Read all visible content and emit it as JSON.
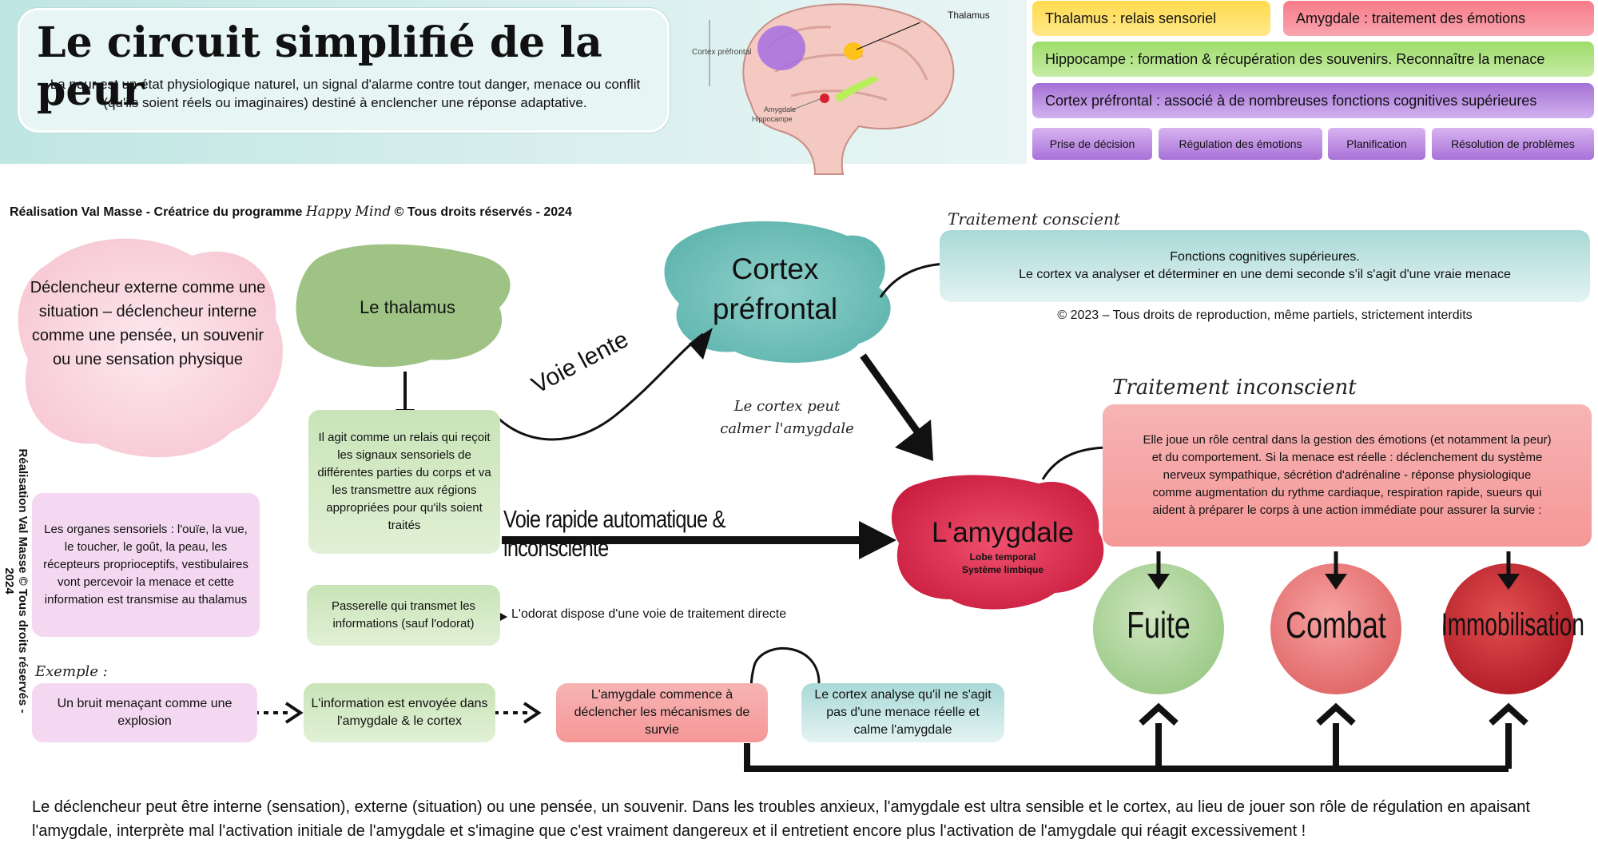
{
  "header": {
    "title": "Le circuit simplifié de la peur",
    "subtitle": "La peur est un état physiologique naturel, un signal d'alarme contre tout danger, menace ou conflit (qu'ils soient réels ou imaginaires) destiné à enclencher une réponse adaptative."
  },
  "brain": {
    "thalamus": "Thalamus",
    "cortex": "Cortex préfrontal",
    "amygdale": "Amygdale",
    "hippocampe": "Hippocampe"
  },
  "legend": {
    "thalamus": "Thalamus : relais sensoriel",
    "amygdale": "Amygdale :  traitement des émotions",
    "hippocampe": "Hippocampe : formation & récupération des souvenirs. Reconnaître la menace",
    "cortex": "Cortex préfrontal :  associé à de nombreuses fonctions cognitives supérieures",
    "functions": [
      "Prise de décision",
      "Régulation des émotions",
      "Planification",
      "Résolution de problèmes"
    ]
  },
  "credit": {
    "before": "Réalisation Val Masse - Créatrice du programme ",
    "brand": "Happy Mind",
    "after": " © Tous droits réservés - 2024",
    "vertical": "Réalisation Val Masse © Tous droits réservés - 2024"
  },
  "trigger": "Déclencheur externe comme une situation – déclencheur interne comme une pensée, un souvenir ou une sensation physique",
  "senses": "Les organes sensoriels :  l'ouïe, la vue, le toucher, le goût, la peau, les récepteurs proprioceptifs, vestibulaires vont percevoir la menace et cette information est transmise au thalamus",
  "thalamus": {
    "label": "Le thalamus",
    "relay": "Il agit comme un relais qui reçoit les signaux sensoriels de différentes parties du corps et va les transmettre aux régions appropriées pour qu'ils soient traités",
    "bridge": "Passerelle qui transmet les informations (sauf l'odorat)",
    "smell": "L'odorat dispose d'une voie de traitement directe"
  },
  "paths": {
    "slow": "Voie lente",
    "fast": "Voie rapide automatique & inconsciente",
    "calm": "Le cortex peut calmer l'amygdale"
  },
  "cortex": {
    "label_line1": "Cortex",
    "label_line2": "préfrontal",
    "conscious_title": "Traitement conscient",
    "conscious_line1": "Fonctions cognitives supérieures.",
    "conscious_line2": "Le cortex va analyser et déterminer en une demi seconde s'il s'agit d'une vraie menace",
    "copyright": "© 2023 – Tous droits de reproduction, même partiels, strictement interdits"
  },
  "amygdala": {
    "label": "L'amygdale",
    "sub1": "Lobe temporal",
    "sub2": "Système limbique",
    "unconscious_title": "Traitement inconscient",
    "text": "Elle joue un rôle central dans la gestion des émotions (et notamment la peur) et du comportement. Si la menace est réelle : déclenchement du système nerveux sympathique, sécrétion d'adrénaline - réponse physiologique comme augmentation du rythme cardiaque, respiration rapide, sueurs qui aident à préparer le corps à une action immédiate pour assurer la survie :"
  },
  "outcomes": [
    "Fuite",
    "Combat",
    "Immobilisation"
  ],
  "example": {
    "label": "Exemple :",
    "step1": "Un bruit menaçant comme une explosion",
    "step2": "L'information est envoyée dans l'amygdale & le cortex",
    "step3": "L'amygdale commence à déclencher les mécanismes de survie",
    "step4": "Le cortex analyse qu'il ne s'agit pas d'une menace réelle et calme l'amygdale"
  },
  "footer": "Le déclencheur peut être interne (sensation), externe (situation) ou une pensée, un souvenir. Dans les troubles anxieux, l'amygdale est ultra sensible et le cortex, au lieu de jouer son rôle de régulation en apaisant l'amygdale, interprète mal l'activation initiale de l'amygdale et s'imagine que c'est vraiment dangereux et il entretient encore plus l'activation de l'amygdale qui réagit excessivement !",
  "colors": {
    "thalamus": "#ffd23f",
    "amygdale": "#f47c8f",
    "hippocampe": "#9fe07a",
    "cortex": "#a771d6",
    "teal": "#5fb8b3",
    "red": "#e0304b"
  }
}
